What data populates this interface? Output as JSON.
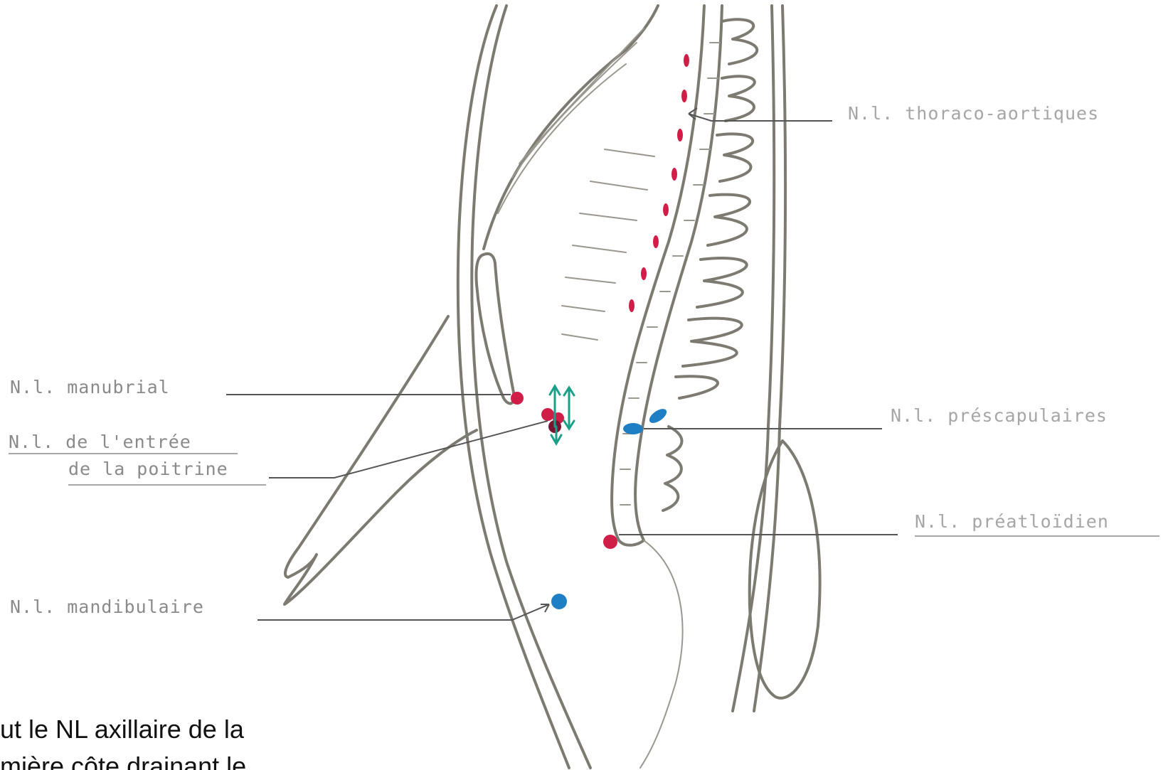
{
  "labels": {
    "thoraco_aortiques": "N.l. thoraco-aortiques",
    "manubrial": "N.l. manubrial",
    "entree_line1": "N.l. de l'entrée",
    "entree_line2": "de la poitrine",
    "prescapulaires": "N.l. préscapulaires",
    "preatloidien": "N.l. préatloïdien",
    "mandibulaire": "N.l. mandibulaire"
  },
  "caption": {
    "line1": "ut le NL axillaire de la",
    "line2": "mière côte drainant le"
  },
  "colors": {
    "outline": "#7d7a72",
    "node_red": "#d01e48",
    "node_blue": "#1f7fc4",
    "arrow_green": "#1aa089",
    "label_text": "#8a8a8a",
    "caption_text": "#111111"
  }
}
